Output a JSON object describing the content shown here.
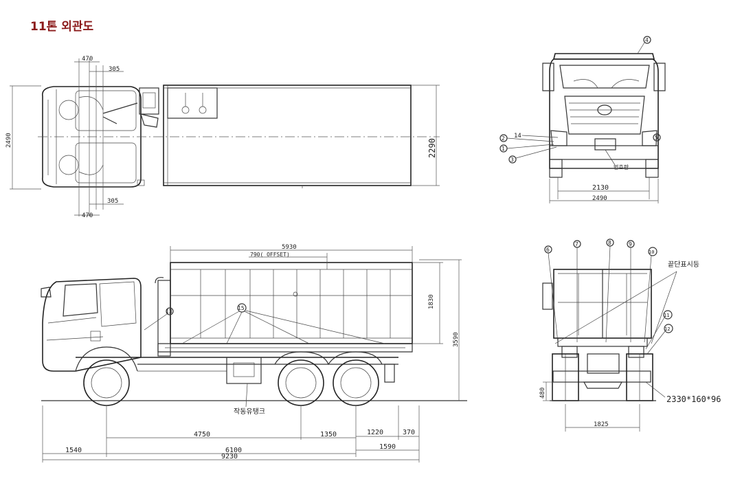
{
  "title": "11톤 외관도",
  "colors": {
    "title": "#8b1a1a",
    "line": "#333333"
  },
  "top_view": {
    "dims": {
      "w470_top": "470",
      "w305_top": "305",
      "h2490": "2490",
      "h2290": "2290",
      "w305_bot": "305",
      "w470_bot": "470"
    }
  },
  "front_view": {
    "dims": {
      "w2130": "2130",
      "w2490": "2490"
    },
    "callouts": {
      "c14": "14",
      "c2": "2",
      "c1": "1",
      "c3": "3",
      "c4": "4",
      "c5": "5"
    },
    "plate_label": "번호판"
  },
  "side_view": {
    "dims": {
      "body_len": "5930",
      "offset": "790( OFFSET)",
      "h1830": "1830",
      "h3590": "3590",
      "d4750": "4750",
      "d1350": "1350",
      "d1220": "1220",
      "d370": "370",
      "d1540": "1540",
      "d6100": "6100",
      "d1590": "1590",
      "d9230": "9230"
    },
    "callouts": {
      "c13": "13",
      "c15": "15"
    },
    "tank_label": "작동유탱크"
  },
  "rear_view": {
    "callouts": {
      "c6": "6",
      "c7": "7",
      "c8": "8",
      "c9": "9",
      "c10": "10",
      "c11": "11",
      "c12": "12"
    },
    "lamp_label": "끝단표시등",
    "dims": {
      "h480": "480",
      "w1825": "1825",
      "bumper": "2330*160*96"
    }
  }
}
